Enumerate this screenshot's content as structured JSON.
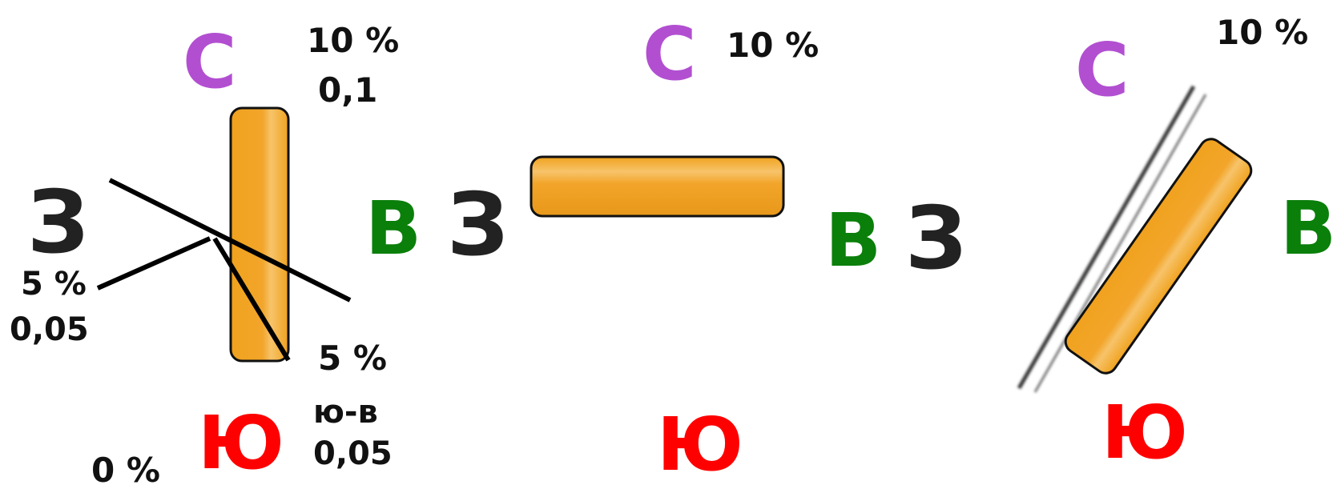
{
  "colors": {
    "north": "#b24fd1",
    "south": "#ff0000",
    "east": "#0a7f0a",
    "west": "#222222",
    "bar_fill": "#f0a21e",
    "bar_highlight": "#f7c36a",
    "axis": "#3a3a3a",
    "lines": "#000000"
  },
  "directions": {
    "north": "С",
    "south": "Ю",
    "east": "В",
    "west": "З"
  },
  "panels": [
    {
      "orientation": "vertical",
      "labels": {
        "north_pct": "10 %",
        "north_val": "0,1",
        "west_pct": "5 %",
        "west_val": "0,05",
        "se_pct": "5 %",
        "se_dir": "ю-в",
        "se_val": "0,05",
        "south_pct": "0 %"
      }
    },
    {
      "orientation": "horizontal",
      "labels": {
        "north_pct": "10 %"
      }
    },
    {
      "orientation": "diagonal",
      "labels": {
        "north_pct": "10 %"
      }
    }
  ]
}
